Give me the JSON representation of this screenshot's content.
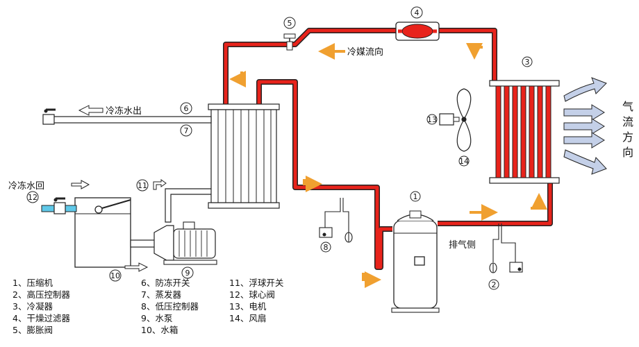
{
  "labels": {
    "refrigerant_flow": "冷媒流向",
    "chilled_water_out": "冷冻水出",
    "chilled_water_return": "冷冻水回",
    "discharge_side": "排气侧",
    "airflow_direction": [
      "气",
      "流",
      "方",
      "向"
    ]
  },
  "markers": [
    "1",
    "2",
    "3",
    "4",
    "5",
    "6",
    "7",
    "8",
    "9",
    "10",
    "11",
    "12",
    "13",
    "14"
  ],
  "legend": [
    [
      "1、压缩机",
      "2、高压控制器",
      "3、冷凝器",
      "4、干燥过滤器",
      "5、膨胀阀"
    ],
    [
      "6、防冻开关",
      "7、蒸发器",
      "8、低压控制器",
      "9、水泵",
      "10、水箱"
    ],
    [
      "11、浮球开关",
      "12、球心阀",
      "13、电机",
      "14、风扇"
    ]
  ],
  "colors": {
    "refrigerant_pipe": "#e8231b",
    "arrow_orange": "#f0a030",
    "outline": "#222222",
    "airflow_blue": "#a8b8d8"
  }
}
